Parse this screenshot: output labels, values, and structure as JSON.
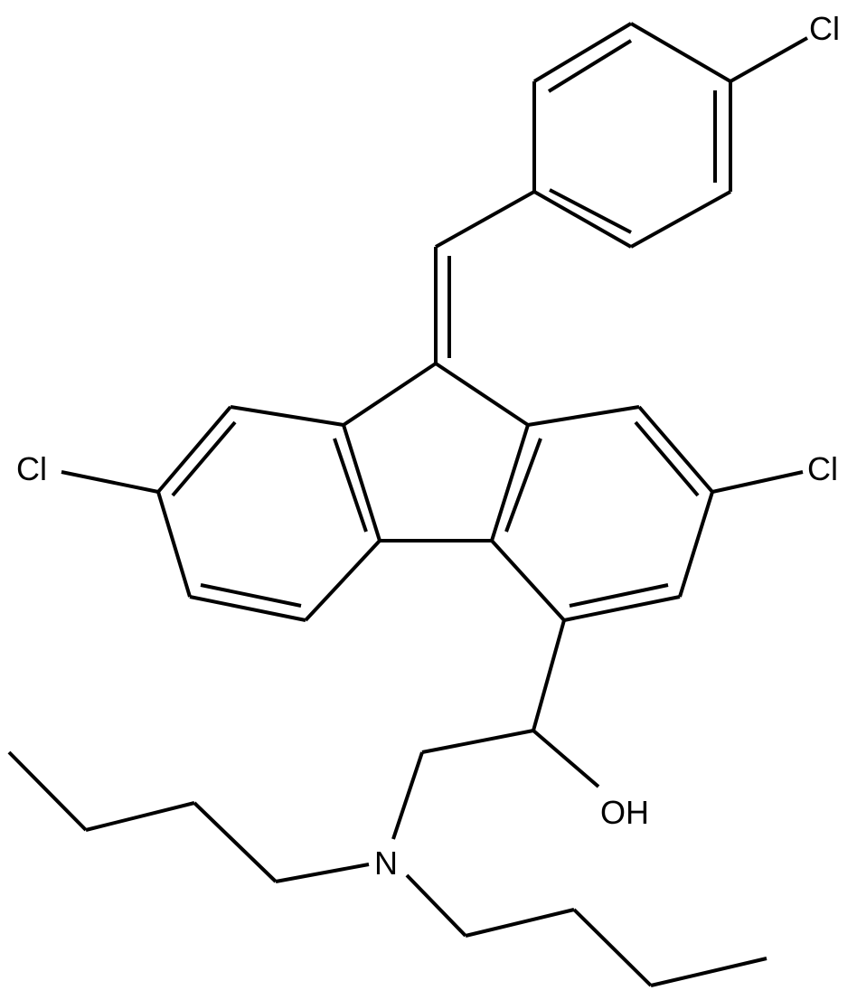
{
  "atom_labels": {
    "cl_para": "Cl",
    "cl_left": "Cl",
    "cl_right": "Cl",
    "oh": "OH",
    "n": "N"
  }
}
